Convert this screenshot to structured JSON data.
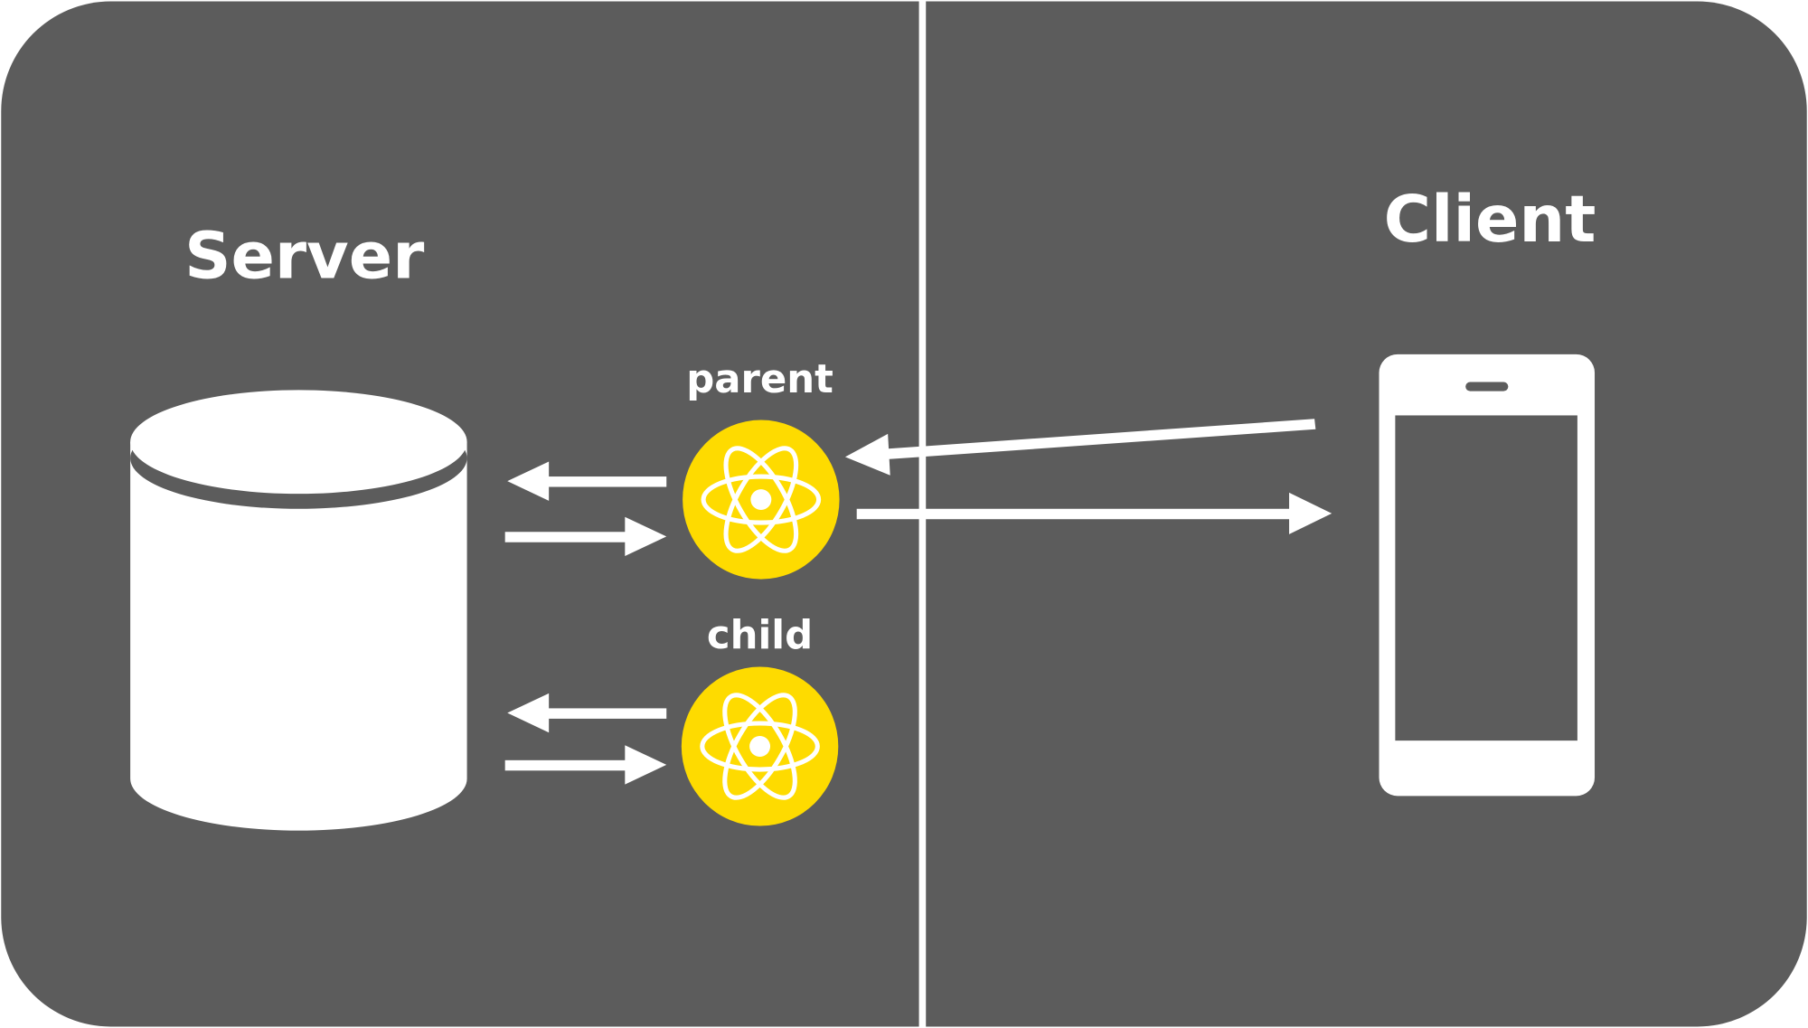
{
  "labels": {
    "server": "Server",
    "client": "Client",
    "parent": "parent",
    "child": "child"
  },
  "icons": {
    "database": "database-cylinder-icon",
    "react": "react-atom-icon",
    "phone": "smartphone-icon"
  },
  "colors": {
    "background": "#5c5c5c",
    "foreground": "#ffffff",
    "node": "#fedb00"
  }
}
